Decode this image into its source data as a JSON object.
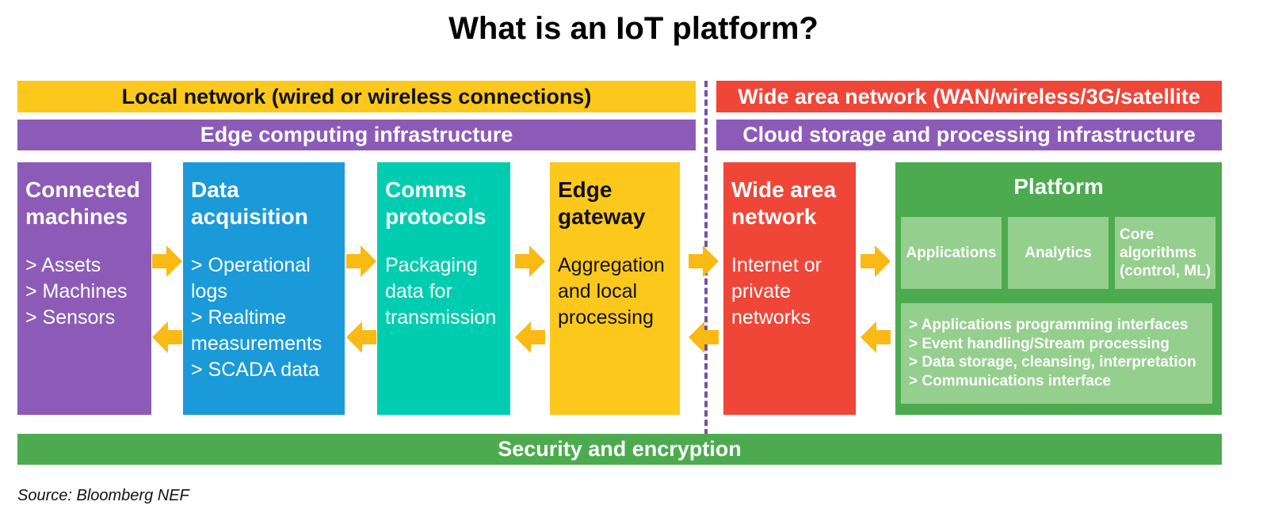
{
  "title": "What is an IoT platform?",
  "bands": {
    "local_network": "Local network (wired or wireless connections)",
    "wide_area_network": "Wide area network (WAN/wireless/3G/satellite",
    "edge_infrastructure": "Edge computing infrastructure",
    "cloud_infrastructure": "Cloud storage and processing infrastructure",
    "security": "Security and encryption"
  },
  "boxes": {
    "connected_machines": {
      "heading": [
        "Connected",
        "machines"
      ],
      "body": [
        "> Assets",
        "> Machines",
        "> Sensors"
      ]
    },
    "data_acquisition": {
      "heading": [
        "Data",
        "acquisition"
      ],
      "body": [
        "> Operational",
        "logs",
        "> Realtime",
        "measurements",
        "> SCADA data"
      ]
    },
    "comms_protocols": {
      "heading": [
        "Comms",
        "protocols"
      ],
      "body": [
        "Packaging",
        "data for",
        "transmission"
      ]
    },
    "edge_gateway": {
      "heading": [
        "Edge",
        "gateway"
      ],
      "body": [
        "Aggregation",
        "and local",
        "processing"
      ]
    },
    "wide_area_network": {
      "heading": [
        "Wide area",
        "network"
      ],
      "body": [
        "Internet or",
        "private",
        "networks"
      ]
    }
  },
  "platform": {
    "title": "Platform",
    "tiles": {
      "applications": "Applications",
      "analytics": "Analytics",
      "core_algorithms": [
        "Core",
        "algorithms",
        "(control, ML)"
      ]
    },
    "services": [
      "> Applications programming interfaces",
      "> Event handling/Stream processing",
      "> Data storage, cleansing, interpretation",
      "> Communications interface"
    ]
  },
  "source": "Source: Bloomberg NEF",
  "colors": {
    "yellow": "#fcc81c",
    "red": "#ef4638",
    "purple": "#8c5bb8",
    "blue": "#1a9ad8",
    "teal": "#00cdb0",
    "green": "#4cab4e",
    "light_green": "#94cf8d",
    "arrow": "#fbb913"
  }
}
